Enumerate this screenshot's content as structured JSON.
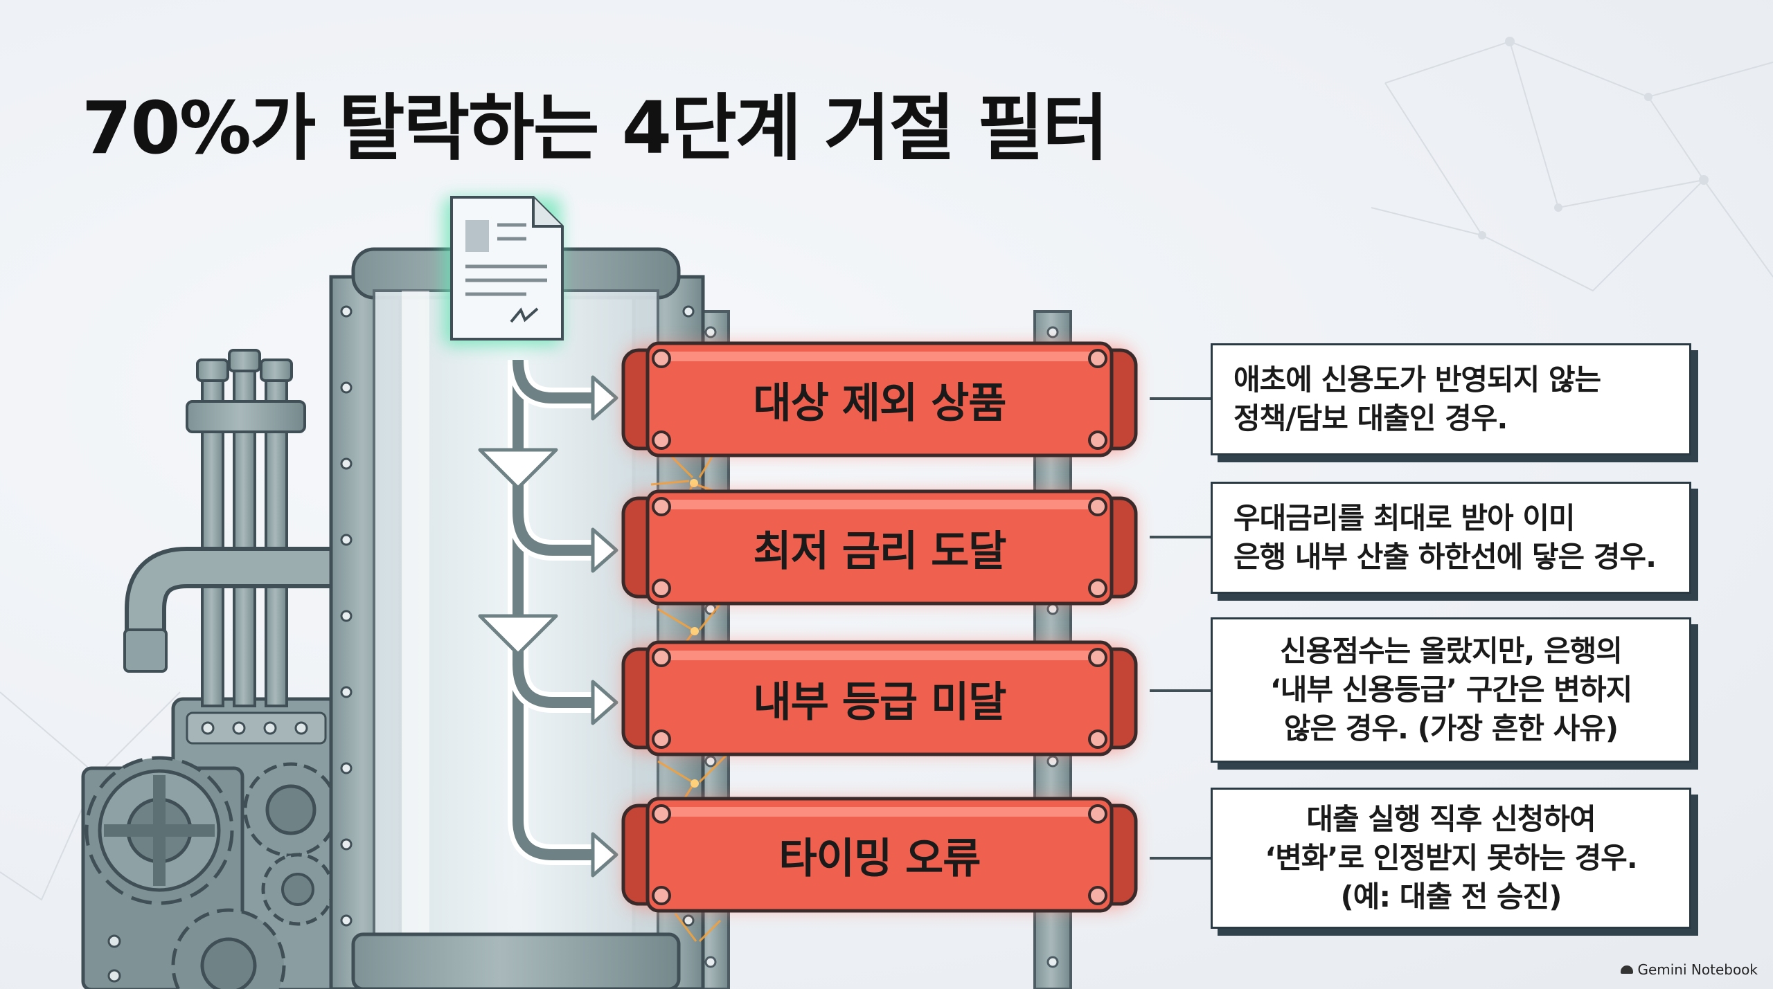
{
  "title": "70%가 탈락하는 4단계 거절 필터",
  "filters": [
    {
      "label": "대상 제외 상품",
      "description": "애초에 신용도가 반영되지 않는\n정책/담보 대출인 경우."
    },
    {
      "label": "최저 금리 도달",
      "description": "우대금리를 최대로 받아 이미\n은행 내부 산출 하한선에 닿은 경우."
    },
    {
      "label": "내부 등급 미달",
      "description": "신용점수는 올랐지만, 은행의\n‘내부 신용등급’ 구간은 변하지\n않은 경우. (가장 흔한 사유)"
    },
    {
      "label": "타이밍 오류",
      "description": "대출 실행 직후 신청하여\n‘변화’로 인정받지 못하는 경우.\n(예: 대출 전 승진)"
    }
  ],
  "brand": "Gemini Notebook",
  "colors": {
    "filter_bar": "#f0604f",
    "filter_glow": "#ff7a6a",
    "machine_metal": "#8fa3a6",
    "frame_metal": "#9aa8ab",
    "background": "#eef1f5",
    "document_glow": "#5de3b0"
  },
  "icons": [
    "document-icon",
    "gear-icon",
    "spark-icon"
  ]
}
